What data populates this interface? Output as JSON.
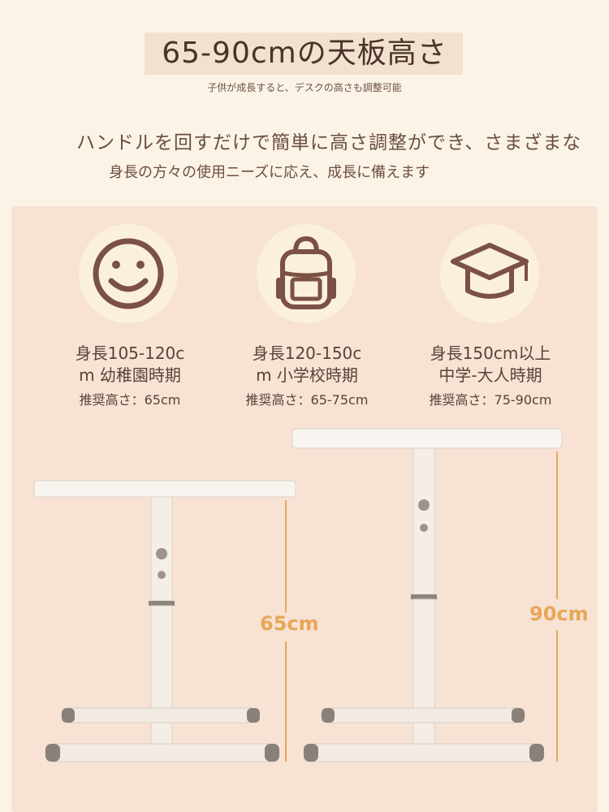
{
  "title": "65-90cmの天板高さ",
  "subtitle": "子供が成長すると、デスクの高さも調整可能",
  "description_line1": "ハンドルを回すだけで簡単に高さ調整ができ、さまざまな",
  "description_line2": "身長の方々の使用ニーズに応え、成長に備えます",
  "cards": [
    {
      "icon": "smiley-face-icon",
      "line1": "身長105-120c",
      "line2": "m 幼稚園時期",
      "recommended": "推奨高さ：65cm"
    },
    {
      "icon": "backpack-icon",
      "line1": "身長120-150c",
      "line2": "m 小学校時期",
      "recommended": "推奨高さ：65-75cm"
    },
    {
      "icon": "graduation-cap-icon",
      "line1": "身長150cm以上",
      "line2": "中学-大人時期",
      "recommended": "推奨高さ：75-90cm"
    }
  ],
  "desks": [
    {
      "height_label": "65cm",
      "height_cm": 65
    },
    {
      "height_label": "90cm",
      "height_cm": 90
    }
  ],
  "colors": {
    "background": "#fbf3e6",
    "panel": "#f7e2d4",
    "icon": "#7b5143",
    "dimension": "#e8a755"
  }
}
